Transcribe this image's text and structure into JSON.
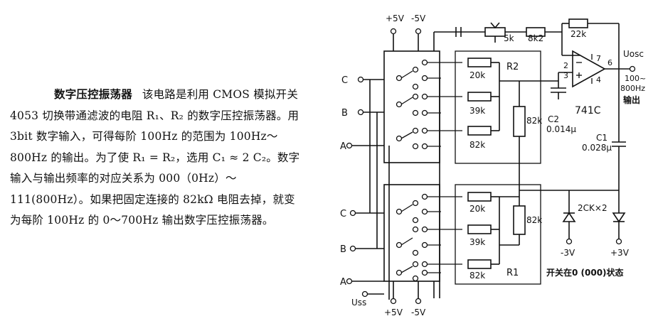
{
  "description": {
    "title": "数字压控振荡器",
    "body": "该电路是利用 CMOS 模拟开关 4053 切换带通滤波的电阻 R₁、R₂ 的数字压控振荡器。用 3bit 数字输入，可得每阶 100Hz 的范围为 100Hz～800Hz 的输出。为了使 R₁ = R₂，选用 C₁ ≈ 2 C₂。数字输入与输出频率的对应关系为 000（0Hz）～111(800Hz）。如果把固定连接的 82kΩ 电阻去掉，就变为每阶 100Hz 的 0～700Hz 输出数字压控振荡器。"
  },
  "schematic": {
    "supply_top_pos": "+5V",
    "supply_top_neg": "-5V",
    "supply_bot_pos": "+5V",
    "supply_bot_neg": "-5V",
    "input_c_top": "C",
    "input_b_top": "B",
    "input_a_top": "A",
    "input_c_bot": "C",
    "input_b_bot": "B",
    "input_a_bot": "A",
    "uss_label": "Uss",
    "r2_label": "R2",
    "r1_label": "R1",
    "r_20k_top": "20k",
    "r_39k_top": "39k",
    "r_82k_top": "82k",
    "r_82k_fixed_top": "82k",
    "r_20k_bot": "20k",
    "r_39k_bot": "39k",
    "r_82k_bot": "82k",
    "r_82k_fixed_bot": "82k",
    "pot_5k": "5k",
    "r_8k2": "8k2",
    "r_22k": "22k",
    "opamp_label": "741C",
    "pin_2": "2",
    "pin_3": "3",
    "pin_7": "7",
    "pin_4": "4",
    "pin_6": "6",
    "out_label": "Uosc",
    "out_range_1": "100~",
    "out_range_2": "800Hz",
    "out_word": "输出",
    "c2_label": "C2",
    "c2_value": "0.014μ",
    "c1_label": "C1",
    "c1_value": "0.028μ",
    "diode_label": "2CK×2",
    "neg_3v": "-3V",
    "pos_3v": "+3V",
    "switch_state_note": "开关在0 (000)状态"
  }
}
